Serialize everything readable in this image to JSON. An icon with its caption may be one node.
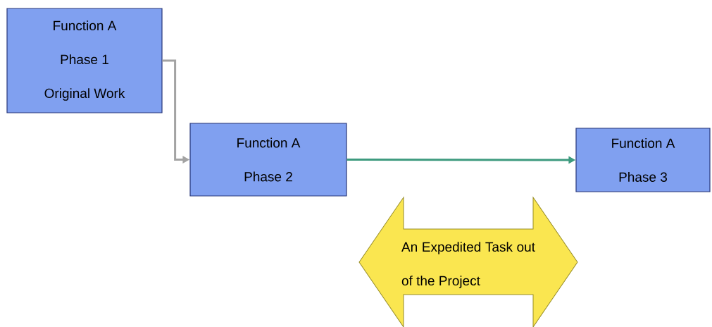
{
  "diagram": {
    "nodes": [
      {
        "text": [
          "Function A",
          "Phase 1",
          "Original Work"
        ]
      },
      {
        "text": [
          "Function A",
          "Phase 2"
        ]
      },
      {
        "text": [
          "Function A",
          "Phase 3"
        ]
      },
      {
        "text": [
          "An Expedited Task out of the Project"
        ]
      }
    ],
    "edges": [
      {
        "from": 0,
        "to": 1,
        "arrow": "to",
        "color": "#a3a3a3"
      },
      {
        "from": 1,
        "to": 2,
        "arrow": "to",
        "color": "#3d9a7e"
      }
    ]
  }
}
